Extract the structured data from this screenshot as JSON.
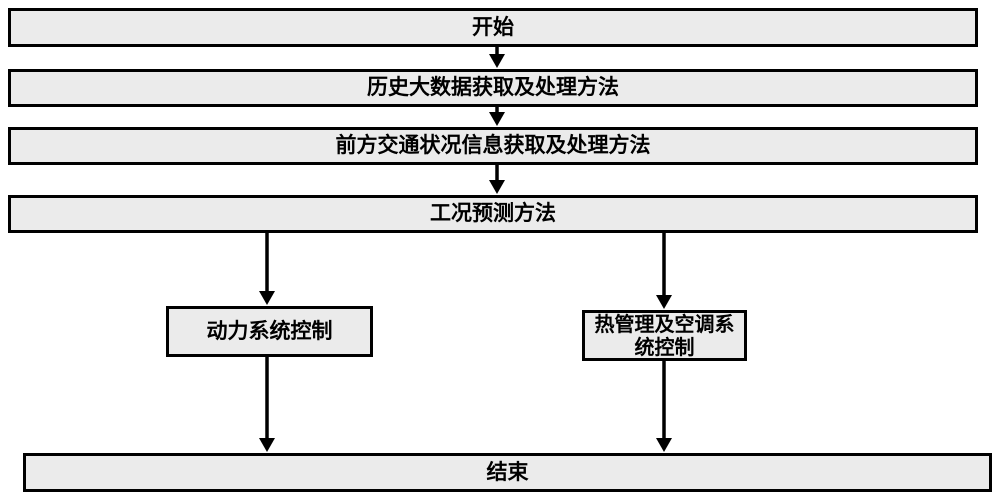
{
  "diagram": {
    "type": "flowchart",
    "background": "#ffffff",
    "node_fill": "#ebebeb",
    "node_border_color": "#000000",
    "arrow_color": "#000000",
    "nodes": [
      {
        "id": "start",
        "label": "开始"
      },
      {
        "id": "historical-data",
        "label": "历史大数据获取及处理方法"
      },
      {
        "id": "traffic-info",
        "label": "前方交通状况信息获取及处理方法"
      },
      {
        "id": "condition-prediction",
        "label": "工况预测方法"
      },
      {
        "id": "power-control",
        "label": "动力系统控制"
      },
      {
        "id": "thermal-ac-control",
        "label": "热管理及空调系统控制"
      },
      {
        "id": "end",
        "label": "结束"
      }
    ],
    "edges": [
      {
        "from": "start",
        "to": "historical-data"
      },
      {
        "from": "historical-data",
        "to": "traffic-info"
      },
      {
        "from": "traffic-info",
        "to": "condition-prediction"
      },
      {
        "from": "condition-prediction",
        "to": "power-control"
      },
      {
        "from": "condition-prediction",
        "to": "thermal-ac-control"
      },
      {
        "from": "power-control",
        "to": "end"
      },
      {
        "from": "thermal-ac-control",
        "to": "end"
      }
    ]
  }
}
